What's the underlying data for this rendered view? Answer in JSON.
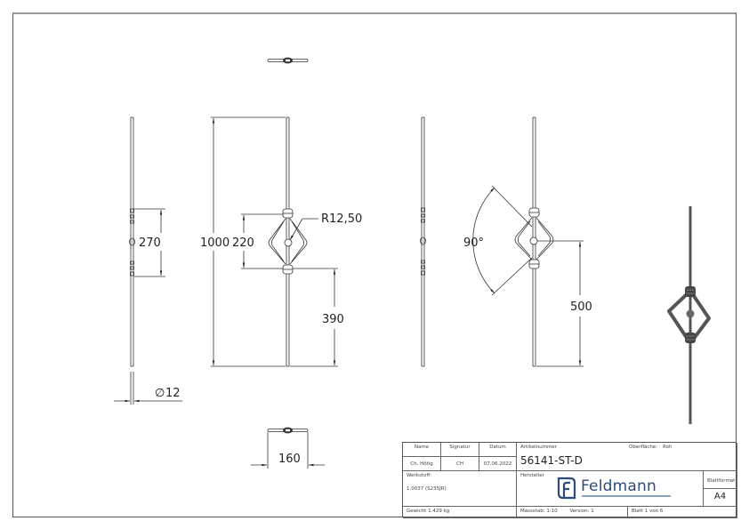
{
  "drawing": {
    "dimensions": {
      "side_view_span": "270",
      "total_height": "1000",
      "knot_height": "220",
      "ball_radius": "R12,50",
      "bottom_to_knot": "390",
      "angle": "90°",
      "bottom_to_center": "500",
      "diameter": "12",
      "diameter_symbol": "∅",
      "width": "160"
    }
  },
  "title_block": {
    "header": {
      "name_label": "Name",
      "signature_label": "Signatur",
      "date_label": "Datum"
    },
    "row": {
      "name": "Ch. Hötig",
      "signature": "CH",
      "date": "07.06.2022"
    },
    "article_label": "Artikelnummer",
    "article_number": "56141-ST-D",
    "surface_label": "Oberfläche:",
    "surface_value": "Roh",
    "material_label": "Werkstoff:",
    "material_value": "1.0037 (S235JR)",
    "manufacturer_label": "Hersteller",
    "brand": "Feldmann",
    "brand_color": "#2c4b7a",
    "format_label": "Blattformat",
    "format_value": "A4",
    "weight": "Gewicht 1.429 kg",
    "scale": "Massstab: 1:10",
    "version": "Version: 1",
    "sheet": "Blatt 1 von 6"
  }
}
